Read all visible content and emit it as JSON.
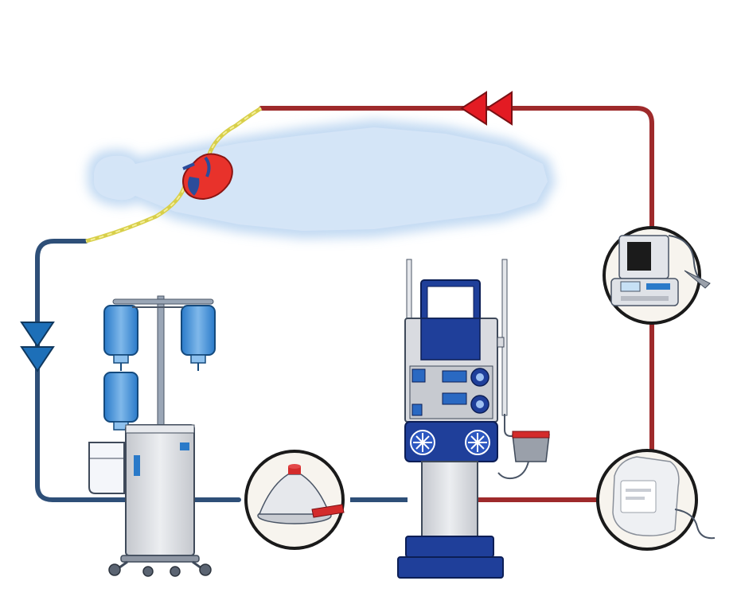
{
  "diagram": {
    "description_visible_text": "",
    "colors": {
      "venous_line": "#2e4f78",
      "arterial_line": "#9e2a2b",
      "arrow_red": "#e31b23",
      "arrow_blue": "#1d6fb8",
      "body_glow": "#c8dcf2",
      "cannula": "#e8e27a",
      "machine_blue": "#1f3f9a",
      "machine_grey": "#d9dbe0",
      "circle_fill": "#f7f4ee"
    },
    "flow_direction_blue": "down",
    "flow_direction_red": "left",
    "components": [
      "patient-body",
      "heart",
      "iv-bag-stand",
      "fluid-warmer-cart",
      "centrifugal-pump-head",
      "ecmo-console",
      "oxygenator",
      "heater-cooler-monitor"
    ]
  }
}
